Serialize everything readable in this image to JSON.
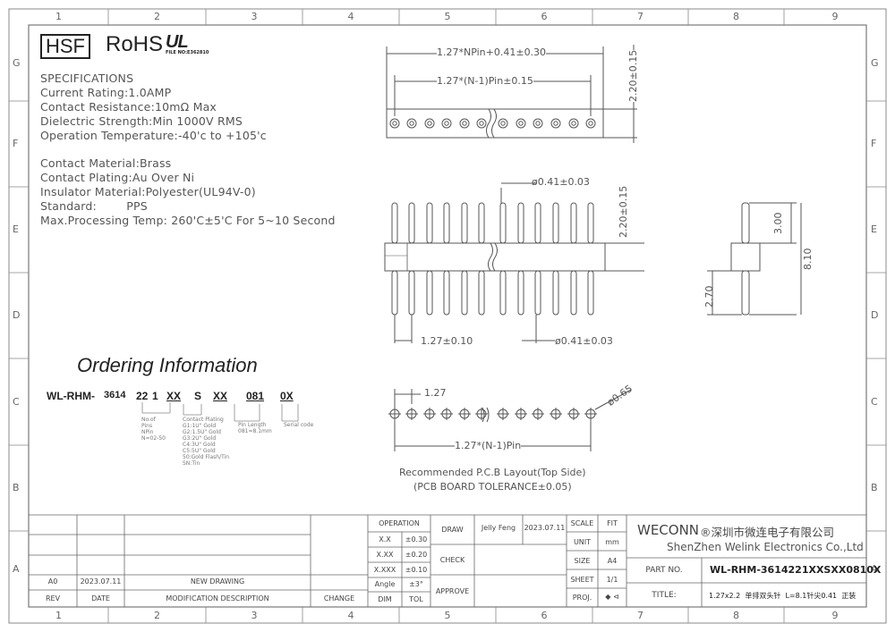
{
  "grid": {
    "cols": [
      "1",
      "2",
      "3",
      "4",
      "5",
      "6",
      "7",
      "8",
      "9"
    ],
    "rows": [
      "G",
      "F",
      "E",
      "D",
      "C",
      "B",
      "A"
    ]
  },
  "logos": {
    "hsf": "HSF",
    "rohs": "RoHS",
    "ul_mark": "UL",
    "file_no": "FILE NO:E362810"
  },
  "specs": {
    "title": "SPECIFICATIONS",
    "lines": [
      "Current Rating:1.0AMP",
      "Contact Resistance:10mΩ Max",
      "Dielectric Strength:Min 1000V RMS",
      "Operation Temperature:-40'c to +105'c"
    ],
    "lines2": [
      "Contact Material:Brass",
      "Contact Plating:Au Over Ni",
      "Insulator Material:Polyester(UL94V-0)",
      "Standard:        PPS",
      "Max.Processing Temp: 260'C±5'C For 5~10 Second"
    ]
  },
  "ordering": {
    "title": "Ordering Information",
    "code": [
      "WL-RHM-",
      "3614",
      "22",
      "1",
      "XX",
      "S",
      "XX",
      "081",
      "0X"
    ],
    "note_pins": "No.of\nPins\nNPin\nN=02-50",
    "note_plating": "Contact Plating\nG1:1U\" Gold\nG2:1.5U\" Gold\nG3:2U\" Gold\nC4:3U\" Gold\nC5:5U\" Gold\n50:Gold Flash/Tin\nSN:Tin",
    "note_length": "Pin Length\n081=8.1mm",
    "note_serial": "Serial code"
  },
  "dims": {
    "top_total": "1.27*NPin+0.41±0.30",
    "top_pitch": "1.27*(N-1)Pin±0.15",
    "top_height": "2.20±0.15",
    "pin_dia": "ø0.41±0.03",
    "mid_height": "2.20±0.15",
    "bottom_pitch": "1.27±0.10",
    "bottom_dia": "ø0.41±0.03",
    "side_upper": "3.00",
    "side_total": "8.10",
    "side_lower": "2.70",
    "pcb_pitch": "1.27",
    "pcb_hole": "ø0.65",
    "pcb_total": "1.27*(N-1)Pin",
    "pcb_title": "Recommended P.C.B Layout(Top Side)",
    "pcb_tol": "(PCB BOARD TOLERANCE±0.05)"
  },
  "titleblock": {
    "operation": "OPERATION",
    "tolerances": [
      [
        "X.X",
        "±0.30"
      ],
      [
        "X.XX",
        "±0.20"
      ],
      [
        "X.XXX",
        "±0.10"
      ],
      [
        "Angle",
        "±3°"
      ]
    ],
    "dim": "DIM",
    "tol": "TOL",
    "draw": "DRAW",
    "drawer": "Jelly Feng",
    "draw_date": "2023.07.11",
    "check": "CHECK",
    "approve": "APPROVE",
    "scale": "SCALE",
    "scale_val": "FIT",
    "unit": "UNIT",
    "unit_val": "mm",
    "size": "SIZE",
    "size_val": "A4",
    "sheet": "SHEET",
    "sheet_val": "1/1",
    "proj": "PROJ.",
    "proj_val": "◆ ⊲",
    "company_en": "WECONN",
    "company_cn": "®深圳市微连电子有限公司",
    "company_full": "ShenZhen Welink Electronics Co.,Ltd",
    "partno_label": "PART NO.",
    "partno": "WL-RHM-3614221XXSXX0810X",
    "title_label": "TITLE:",
    "title": "1.27x2.2  单排双头针  L=8.1针尖0.41  正装",
    "rev_row": {
      "rev": "A0",
      "date": "2023.07.11",
      "desc": "NEW DRAWING",
      "change": ""
    },
    "rev_header": {
      "rev": "REV",
      "date": "DATE",
      "desc": "MODIFICATION DESCRIPTION",
      "change": "CHANGE"
    }
  }
}
